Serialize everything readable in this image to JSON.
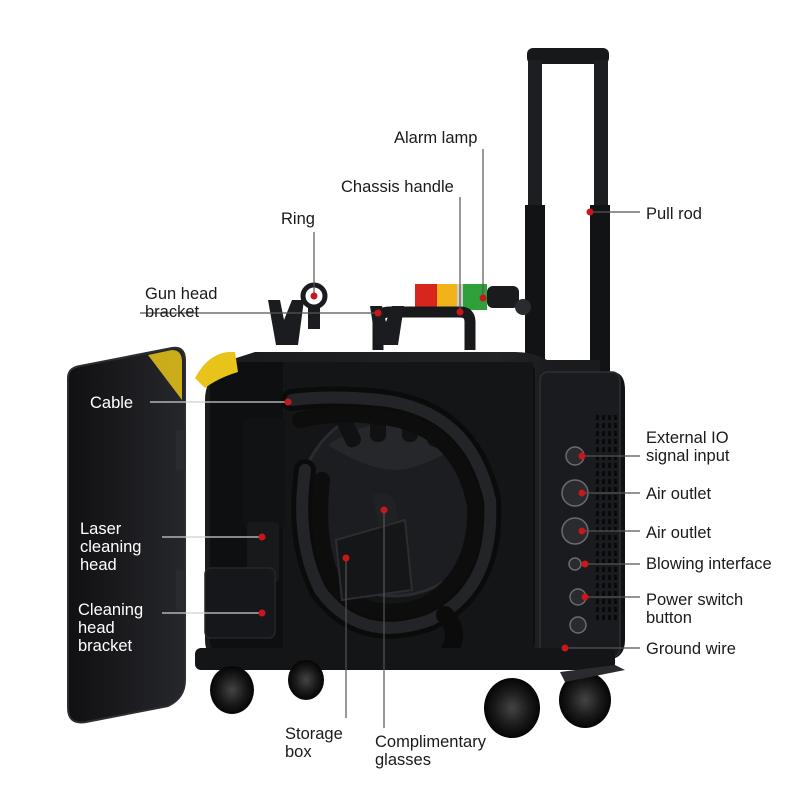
{
  "callouts": {
    "alarm_lamp": [
      "Alarm lamp"
    ],
    "chassis_handle": [
      "Chassis handle"
    ],
    "ring": [
      "Ring"
    ],
    "pull_rod": [
      "Pull rod"
    ],
    "gun_head_bracket": [
      "Gun head",
      "bracket"
    ],
    "cable": [
      "Cable"
    ],
    "external_io": [
      "External IO",
      "signal input"
    ],
    "air_outlet_1": [
      "Air outlet"
    ],
    "air_outlet_2": [
      "Air outlet"
    ],
    "blowing_interface": [
      "Blowing interface"
    ],
    "power_switch": [
      "Power switch",
      "button"
    ],
    "ground_wire": [
      "Ground wire"
    ],
    "laser_cleaning_head": [
      "Laser",
      "cleaning",
      "head"
    ],
    "cleaning_head_bracket": [
      "Cleaning",
      "head",
      "bracket"
    ],
    "storage_box": [
      "Storage",
      "box"
    ],
    "glasses": [
      "Complimentary",
      "glasses"
    ]
  },
  "colors": {
    "chassis": "#1c1d20",
    "chassis_edge": "#2b2c30",
    "leader_line": "#555555",
    "marker_dot": "#c8161d",
    "lamp_red": "#d7261e",
    "lamp_yellow": "#f2b21a",
    "lamp_green": "#2fa03a",
    "door_yellow": "#e8c41a"
  }
}
